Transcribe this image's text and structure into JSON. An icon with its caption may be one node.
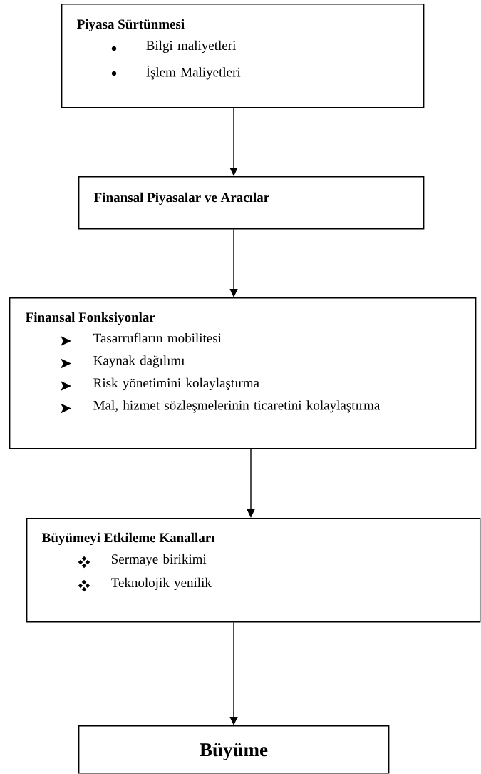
{
  "diagram": {
    "nodes": [
      {
        "text": [
          "Piyasa Sürtünmesi",
          "Bilgi maliyetleri",
          "İşlem Maliyetleri"
        ]
      },
      {
        "text": [
          "Finansal Piyasalar ve Aracılar"
        ]
      },
      {
        "text": [
          "Finansal Fonksiyonlar",
          "Tasarrufların mobilitesi",
          "Kaynak dağılımı",
          "Risk yönetimini kolaylaştırma",
          "Mal, hizmet sözleşmelerinin ticaretini kolaylaştırma"
        ]
      },
      {
        "text": [
          "Büyümeyi Etkileme Kanalları",
          "Sermaye birikimi",
          "Teknolojik yenilik"
        ]
      },
      {
        "text": [
          "Büyüme"
        ]
      }
    ],
    "edges": [
      {
        "from": 0,
        "to": 1,
        "arrow": "to"
      },
      {
        "from": 1,
        "to": 2,
        "arrow": "to"
      },
      {
        "from": 2,
        "to": 3,
        "arrow": "to"
      },
      {
        "from": 3,
        "to": 4,
        "arrow": "to"
      }
    ]
  }
}
